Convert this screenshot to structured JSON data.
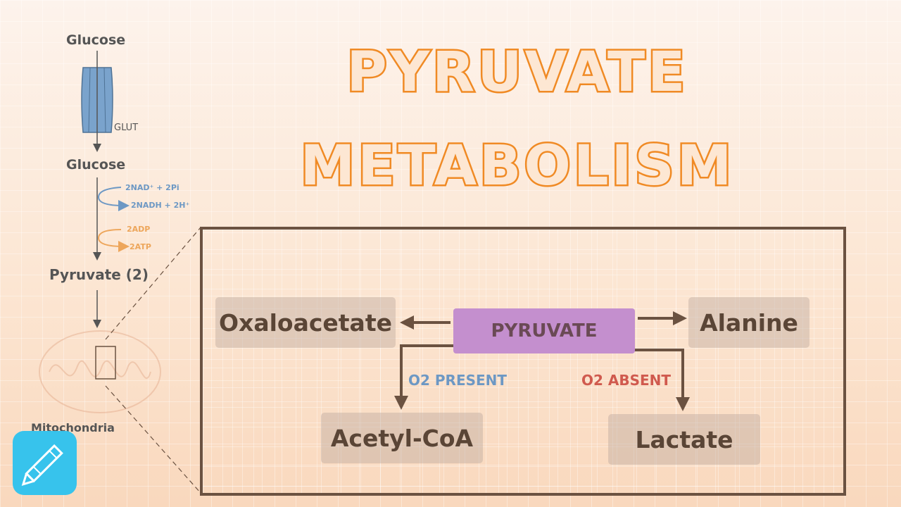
{
  "title": {
    "line1": "PYRUVATE",
    "line2": "METABOLISM"
  },
  "pathway": {
    "glucose_outside": "Glucose",
    "transporter": "GLUT",
    "glucose_inside": "Glucose",
    "nad_in": "2NAD⁺ + 2Pi",
    "nadh_out": "2NADH + 2H⁺",
    "adp_in": "2ADP",
    "atp_out": "2ATP",
    "pyruvate": "Pyruvate (2)",
    "organelle": "Mitochondria"
  },
  "diagram": {
    "center": "PYRUVATE",
    "left": "Oxaloacetate",
    "right": "Alanine",
    "bottom_left": "Acetyl-CoA",
    "bottom_right": "Lactate",
    "cond_present": "O2 PRESENT",
    "cond_absent": "O2 ABSENT"
  },
  "colors": {
    "title_stroke": "#f08a24",
    "title_fill": "#fde7d3",
    "frame": "#6b5241",
    "center_node": "#c48fce",
    "present": "#6d98c4",
    "absent": "#d05a4e",
    "app_icon": "#37c3ec"
  },
  "icons": {
    "app": "pencil-icon"
  }
}
